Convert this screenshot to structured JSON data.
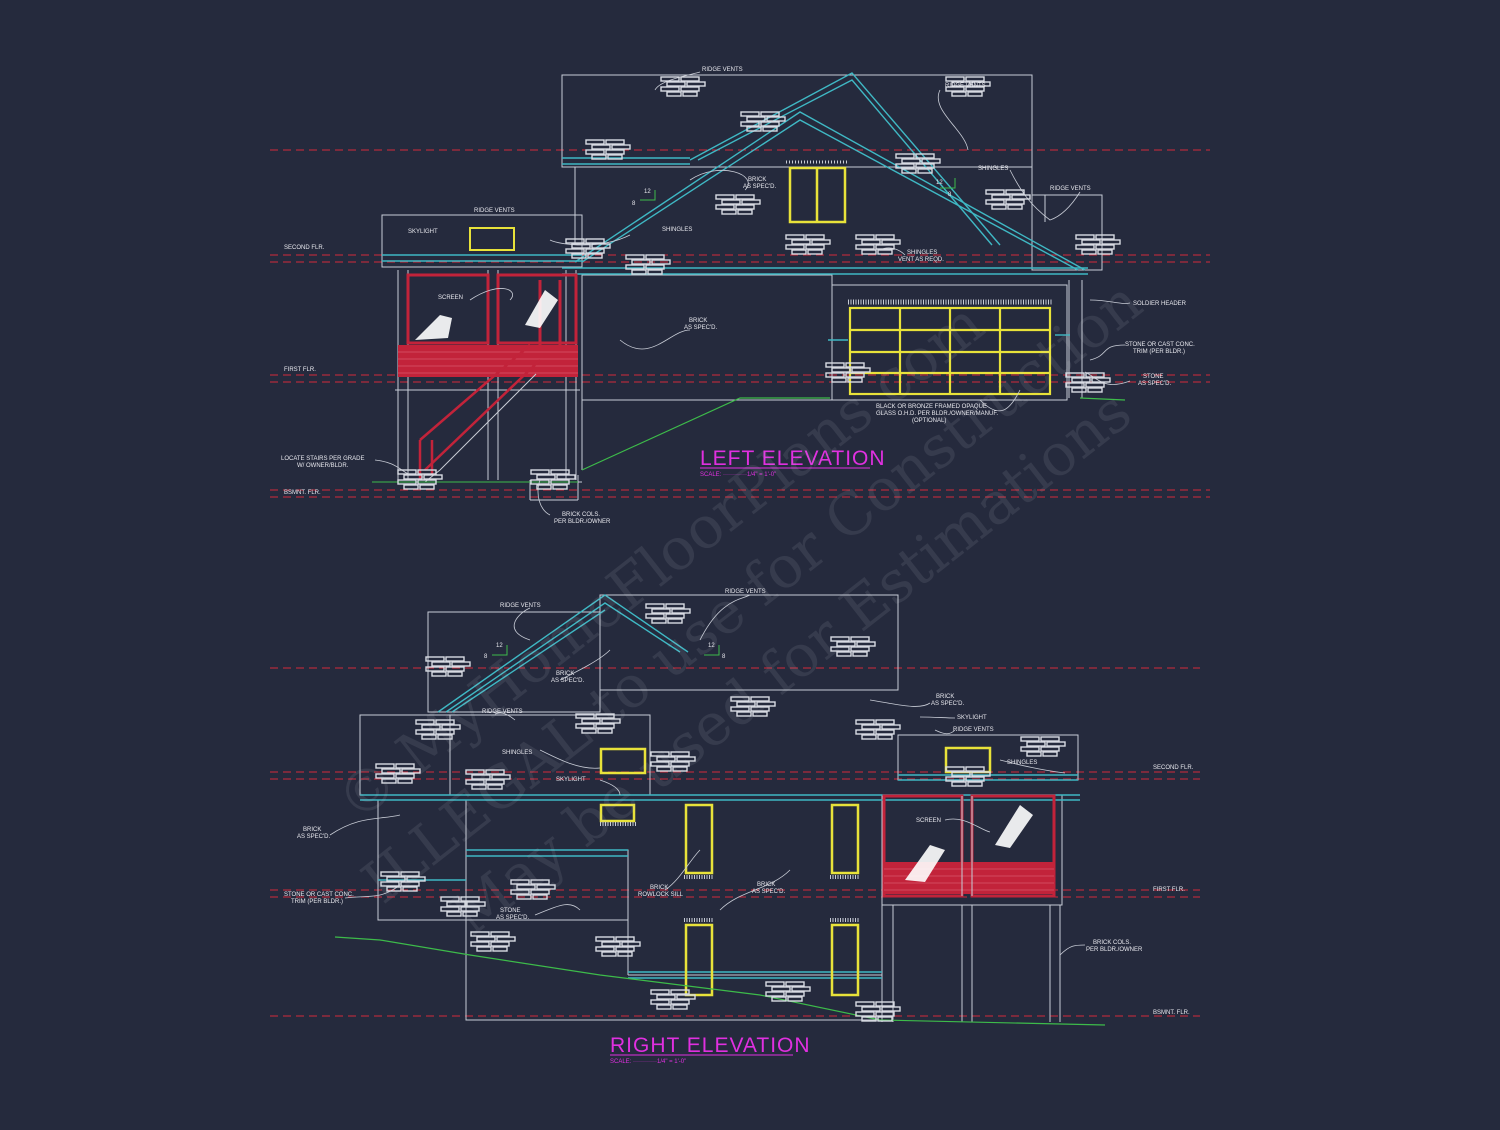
{
  "colors": {
    "background": "#252a3d",
    "line_white": "#c8ccd6",
    "roof_cyan": "#3fb8c4",
    "window_yellow": "#e8e23a",
    "deck_red": "#c2233a",
    "level_red": "#d42a3a",
    "grade_green": "#3dbb4a",
    "title_magenta": "#e030e0"
  },
  "left_elevation": {
    "title": "LEFT ELEVATION",
    "scale": "SCALE: ············1/4\" = 1'-0\"",
    "levels": {
      "second": "SECOND FLR.",
      "first": "FIRST FLR.",
      "basement": "BSMNT. FLR."
    },
    "labels": {
      "ridge_vents_top": "RIDGE VENTS",
      "ridge_vents_right": "RIDGE VENTS",
      "ridge_vents_far": "RIDGE VENTS",
      "ridge_vents_left": "RIDGE VENTS",
      "skylight": "SKYLIGHT",
      "screen": "SCREEN",
      "shingles_1": "SHINGLES",
      "shingles_2": "SHINGLES",
      "shingles_vent_1": "SHINGLES",
      "shingles_vent_2": "VENT AS REQD.",
      "brick_gable_1": "BRICK",
      "brick_gable_2": "AS SPEC'D.",
      "brick_wall_1": "BRICK",
      "brick_wall_2": "AS SPEC'D.",
      "soldier_header": "SOLDIER HEADER",
      "stone_trim_1": "STONE OR CAST CONC.",
      "stone_trim_2": "TRIM (PER BLDR.)",
      "stone_1": "STONE",
      "stone_2": "AS SPEC'D.",
      "garage_1": "BLACK OR BRONZE FRAMED OPAQUE",
      "garage_2": "GLASS O.H.D. PER BLDR./OWNER/MANUF.",
      "garage_3": "(OPTIONAL)",
      "stairs_1": "LOCATE STAIRS PER GRADE",
      "stairs_2": "W/ OWNER/BLDR.",
      "cols_1": "BRICK COLS.",
      "cols_2": "PER BLDR./OWNER",
      "pitch_rise": "12",
      "pitch_run": "8"
    }
  },
  "right_elevation": {
    "title": "RIGHT ELEVATION",
    "scale": "SCALE: ············1/4\" = 1'-0\"",
    "levels": {
      "second": "SECOND FLR.",
      "first": "FIRST FLR.",
      "basement": "BSMNT. FLR."
    },
    "labels": {
      "ridge_vents_top": "RIDGE VENTS",
      "ridge_vents_left": "RIDGE VENTS",
      "ridge_vents_mid": "RIDGE VENTS",
      "ridge_vents_right": "RIDGE VENTS",
      "brick_gable_1": "BRICK",
      "brick_gable_2": "AS SPEC'D.",
      "brick_upper_1": "BRICK",
      "brick_upper_2": "AS SPEC'D.",
      "skylight_mid": "SKYLIGHT",
      "skylight_right": "SKYLIGHT",
      "shingles_mid": "SHINGLES",
      "shingles_right": "SHINGLES",
      "screen": "SCREEN",
      "brick_left_1": "BRICK",
      "brick_left_2": "AS SPEC'D.",
      "stone_trim_1": "STONE OR CAST CONC.",
      "stone_trim_2": "TRIM (PER BLDR.)",
      "rowlock_1": "BRICK",
      "rowlock_2": "ROWLOCK SILL",
      "stone_1": "STONE",
      "stone_2": "AS SPEC'D.",
      "brick_wall_1": "BRICK",
      "brick_wall_2": "AS SPEC'D.",
      "cols_1": "BRICK COLS.",
      "cols_2": "PER BLDR./OWNER",
      "pitch_rise": "12",
      "pitch_run": "8"
    }
  },
  "watermark": {
    "line1": "© MyHomeFloorPlans.com",
    "line2": "ILLEGAL to use for Construction",
    "line3": "May be used for Estimations"
  }
}
